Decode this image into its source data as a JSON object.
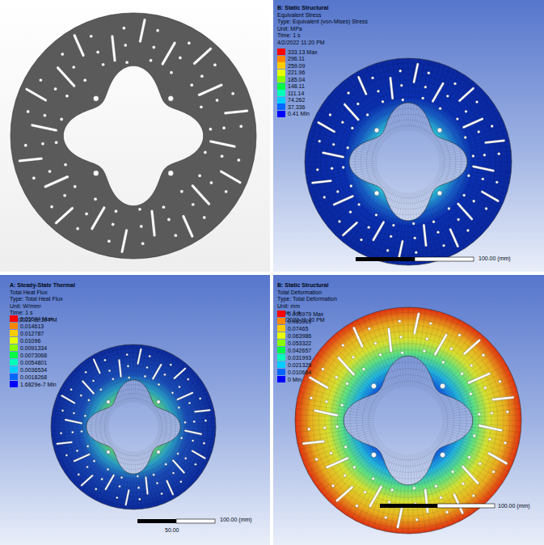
{
  "diagram": {
    "labels": [
      "B: Static Structural",
      "Equivalent Stress",
      "Type: Equivalent (von-Mises) Stress",
      "Unit: MPa",
      "Time: 1 s",
      "4/2/2022 11:20 PM",
      "100.00 (mm)",
      "A: Steady-State Thermal",
      "Total Heat Flux",
      "Type: Total Heat Flux",
      "Unit: W/mm²",
      "Time: 1 s",
      "4/2/2022 11:19 PM",
      "100.00 (mm)",
      "50.00",
      "B: Static Structural",
      "Total Deformation",
      "Type: Total Deformation",
      "Unit: mm",
      "Time: 1 s",
      "4/2/2022 11:20 PM",
      "100.00 (mm)"
    ],
    "legend": [
      {
        "text": "333.13 Max",
        "color": "#ff0000"
      },
      {
        "text": "296.11",
        "color": "#ff8800"
      },
      {
        "text": "259.09",
        "color": "#ffcc00"
      },
      {
        "text": "221.96",
        "color": "#e6ff00"
      },
      {
        "text": "185.04",
        "color": "#88ff00"
      },
      {
        "text": "148.11",
        "color": "#00ff44"
      },
      {
        "text": "111.14",
        "color": "#00ffbb"
      },
      {
        "text": "74.262",
        "color": "#00ccff"
      },
      {
        "text": "37.336",
        "color": "#0066ff"
      },
      {
        "text": "0.41 Min",
        "color": "#0000ff"
      },
      {
        "text": "0.01644 Max",
        "color": "#ff0000"
      },
      {
        "text": "0.014613",
        "color": "#ff8800"
      },
      {
        "text": "0.012787",
        "color": "#ffcc00"
      },
      {
        "text": "0.01096",
        "color": "#e6ff00"
      },
      {
        "text": "0.0091334",
        "color": "#88ff00"
      },
      {
        "text": "0.0073068",
        "color": "#00ff44"
      },
      {
        "text": "0.0054801",
        "color": "#00ffbb"
      },
      {
        "text": "0.0036534",
        "color": "#00ccff"
      },
      {
        "text": "0.0018268",
        "color": "#0066ff"
      },
      {
        "text": "1.6829e-7 Min",
        "color": "#0000ff"
      },
      {
        "text": "0.095979 Max",
        "color": "#ff0000"
      },
      {
        "text": "0.085315",
        "color": "#ff8800"
      },
      {
        "text": "0.07465",
        "color": "#ffcc00"
      },
      {
        "text": "0.063986",
        "color": "#e6ff00"
      },
      {
        "text": "0.053322",
        "color": "#88ff00"
      },
      {
        "text": "0.042657",
        "color": "#00ff44"
      },
      {
        "text": "0.031993",
        "color": "#00ffbb"
      },
      {
        "text": "0.021329",
        "color": "#00ccff"
      },
      {
        "text": "0.010664",
        "color": "#0066ff"
      },
      {
        "text": "0 Min",
        "color": "#0000ff"
      }
    ]
  }
}
